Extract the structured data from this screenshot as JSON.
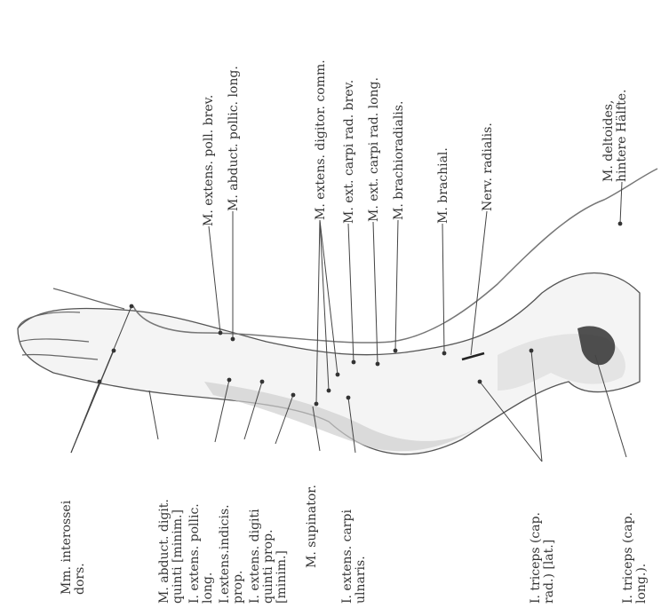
{
  "figure": {
    "colors": {
      "ink": "#333333",
      "skin": "#f2f2f2",
      "shade": "#c9c9c9",
      "dark": "#333333",
      "bg": "#ffffff"
    },
    "labels_top": {
      "ext_poll_brev": "M. extens. poll. brev.",
      "abd_poll_long": "M. abduct. pollic. long.",
      "ext_digit_comm": "M. extens. digitor. comm.",
      "ext_carpi_rad_brev": "M. ext. carpi rad. brev.",
      "ext_carpi_rad_long": "M. ext. carpi rad. long.",
      "brachioradialis": "M. brachioradialis.",
      "brachialis": "M. brachial.",
      "nerv_radialis": "Nerv. radialis.",
      "deltoides": "M. deltoides,\nhintere Hälfte."
    },
    "labels_bottom": {
      "interossei": "Mm. interossei\ndors.",
      "abduct_digiti": "M. abduct. digit.\nquinti [minim.]",
      "ext_pollic_long": "I. extens. pollic.\nlong.",
      "ext_indicis": "I.extens.indicis.\nprop.",
      "ext_digiti_quinti": "I. extens. digiti\nquinti prop.\n[minim.]",
      "supinator": "M. supinator.",
      "ext_carpi_uln": "I. extens. carpi\nulnaris.",
      "triceps_lat": "I. triceps (cap.\nrad.) [lat.]",
      "triceps_long": "I. triceps (cap.\nlong.)."
    }
  }
}
